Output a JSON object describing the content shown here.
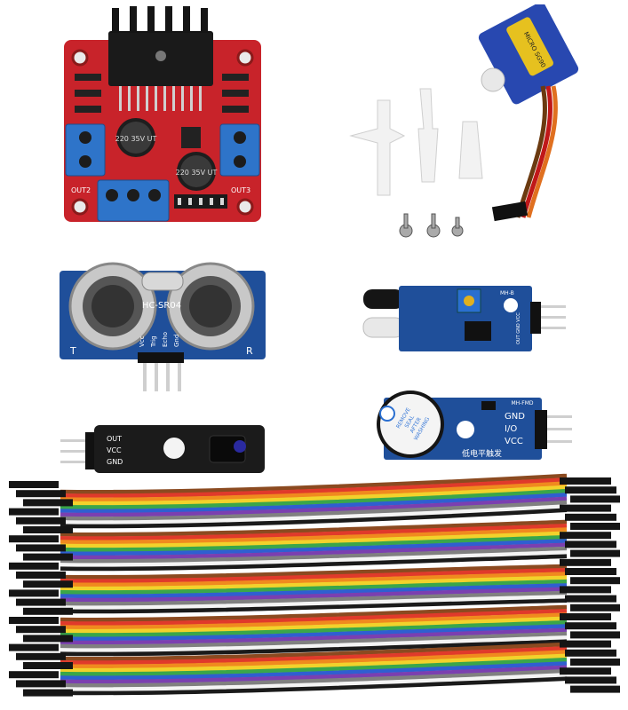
{
  "l298n": {
    "cap_label_1": "220 35V UT",
    "cap_label_2": "220 35V UT",
    "out2": "OUT2",
    "out3": "OUT3"
  },
  "servo": {
    "model": "MICRO SG90"
  },
  "hcsr04": {
    "model": "HC-SR04",
    "pins": [
      "Vcc",
      "Trig",
      "Echo",
      "Gnd"
    ],
    "t_label": "T",
    "r_label": "R"
  },
  "ir_obstacle": {
    "header": "MH-B",
    "pins": "OUT GND VCC"
  },
  "tracking": {
    "pins": [
      "OUT",
      "VCC",
      "GND"
    ]
  },
  "buzzer": {
    "header": "MH-FMD",
    "sticker": [
      "REMOVE",
      "SEAL",
      "AFTER",
      "WASHING"
    ],
    "pins": [
      "GND",
      "I/O",
      "VCC"
    ],
    "cn_label": "低电平触发"
  },
  "colors": {
    "red_board": "#c8232a",
    "blue_board": "#1f4f9a",
    "black_board": "#1b1b1b",
    "terminal_blue": "#2e74c9",
    "servo_blue": "#2848b0"
  },
  "ribbon_colors": [
    "#8b4a20",
    "#e03a2b",
    "#f08a1e",
    "#f2d22b",
    "#3aa64a",
    "#2f5fd0",
    "#7b3fb0",
    "#808080",
    "#f4f4f4",
    "#1a1a1a"
  ]
}
